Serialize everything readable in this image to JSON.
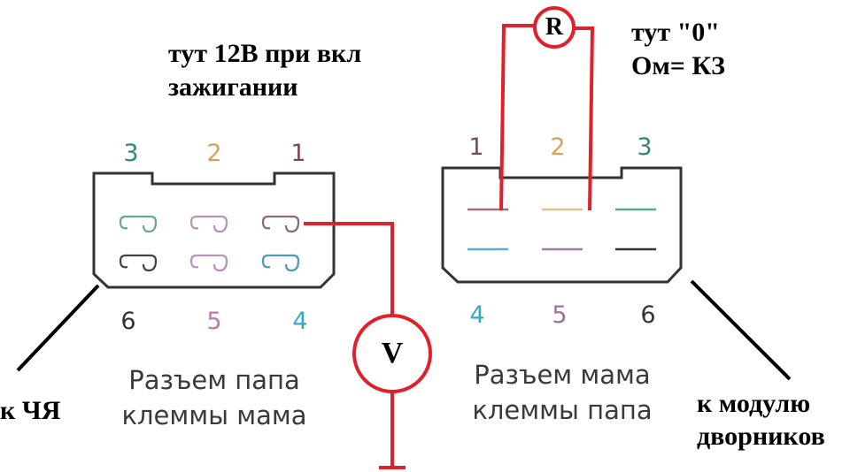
{
  "annotations": {
    "top_left": [
      "тут 12В при вкл",
      "зажигании"
    ],
    "top_right": [
      "тут \"0\"",
      "Ом= КЗ"
    ],
    "left_dest": "к ЧЯ",
    "right_dest": [
      "к модулю",
      "дворников"
    ]
  },
  "left_connector": {
    "caption": [
      "Разъем папа",
      "клеммы мама"
    ],
    "pins_top": [
      {
        "label": "3",
        "color": "#2e8b6a"
      },
      {
        "label": "2",
        "color": "#d9a05b"
      },
      {
        "label": "1",
        "color": "#7a4a55"
      }
    ],
    "pins_bottom": [
      {
        "label": "6",
        "color": "#333333"
      },
      {
        "label": "5",
        "color": "#c07aa8"
      },
      {
        "label": "4",
        "color": "#3aa6c0"
      }
    ]
  },
  "right_connector": {
    "caption": [
      "Разъем мама",
      "клеммы папа"
    ],
    "pins_top": [
      {
        "label": "1",
        "color": "#7a4a55"
      },
      {
        "label": "2",
        "color": "#d9a05b"
      },
      {
        "label": "3",
        "color": "#2e8b6a"
      }
    ],
    "pins_bottom": [
      {
        "label": "4",
        "color": "#3aa6c0"
      },
      {
        "label": "5",
        "color": "#a0709a"
      },
      {
        "label": "6",
        "color": "#333333"
      }
    ]
  },
  "instruments": {
    "voltmeter": "V",
    "ohmmeter": "R"
  },
  "colors": {
    "wire": "#e0202a",
    "outline": "#333333",
    "leader": "#000000"
  }
}
